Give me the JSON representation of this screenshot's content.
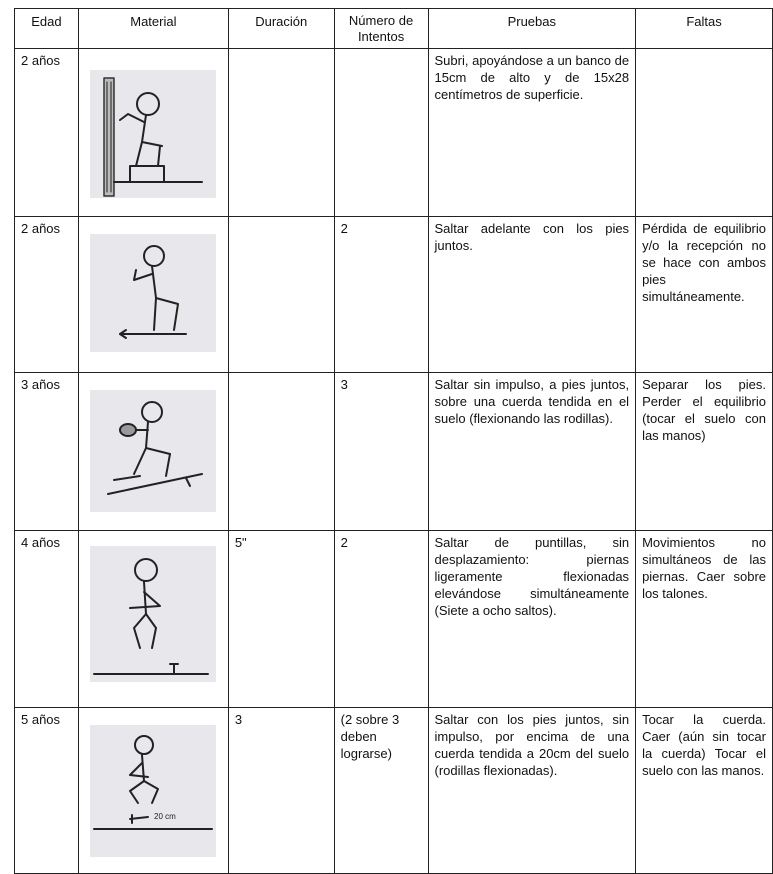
{
  "headers": {
    "edad": "Edad",
    "material": "Material",
    "duracion": "Duración",
    "intentos": "Número de Intentos",
    "pruebas": "Pruebas",
    "faltas": "Faltas"
  },
  "rows": [
    {
      "edad": "2 años",
      "duracion": "",
      "intentos": "",
      "pruebas": "Subri, apoyándose a un banco de 15cm de alto y de 15x28 centímetros de superficie.",
      "faltas": "",
      "figure_icon": "child-climbing-step-icon"
    },
    {
      "edad": "2 años",
      "duracion": "",
      "intentos": "2",
      "pruebas": "Saltar adelante con los pies juntos.",
      "faltas": "Pérdida de equilibrio y/o la recepción no se hace con ambos pies simultáneamente.",
      "figure_icon": "child-jumping-forward-icon"
    },
    {
      "edad": "3 años",
      "duracion": "",
      "intentos": "3",
      "pruebas": "Saltar sin impulso, a pies juntos, sobre una cuerda tendida en el suelo (flexionando las rodillas).",
      "faltas": "Separar los pies. Perder el equilibrio (tocar el suelo con las manos)",
      "figure_icon": "child-jumping-over-rope-icon"
    },
    {
      "edad": "4 años",
      "duracion": "5\"",
      "intentos": "2",
      "pruebas": "Saltar de puntillas, sin desplazamiento: piernas ligeramente flexionadas elevándose simultáneamente (Siete a ocho saltos).",
      "faltas": "Movimientos no simultáneos de las piernas. Caer sobre los talones.",
      "figure_icon": "child-tiptoe-jumping-icon"
    },
    {
      "edad": "5 años",
      "duracion": "3",
      "intentos": "(2 sobre 3 deben lograrse)",
      "pruebas": "Saltar con los pies juntos, sin impulso, por encima de una cuerda tendida a 20cm del suelo (rodillas flexionadas).",
      "faltas": "Tocar la cuerda. Caer (aún sin tocar la cuerda) Tocar el suelo con las manos.",
      "figure_icon": "child-jumping-high-rope-icon",
      "figure_caption": "20 cm"
    }
  ]
}
